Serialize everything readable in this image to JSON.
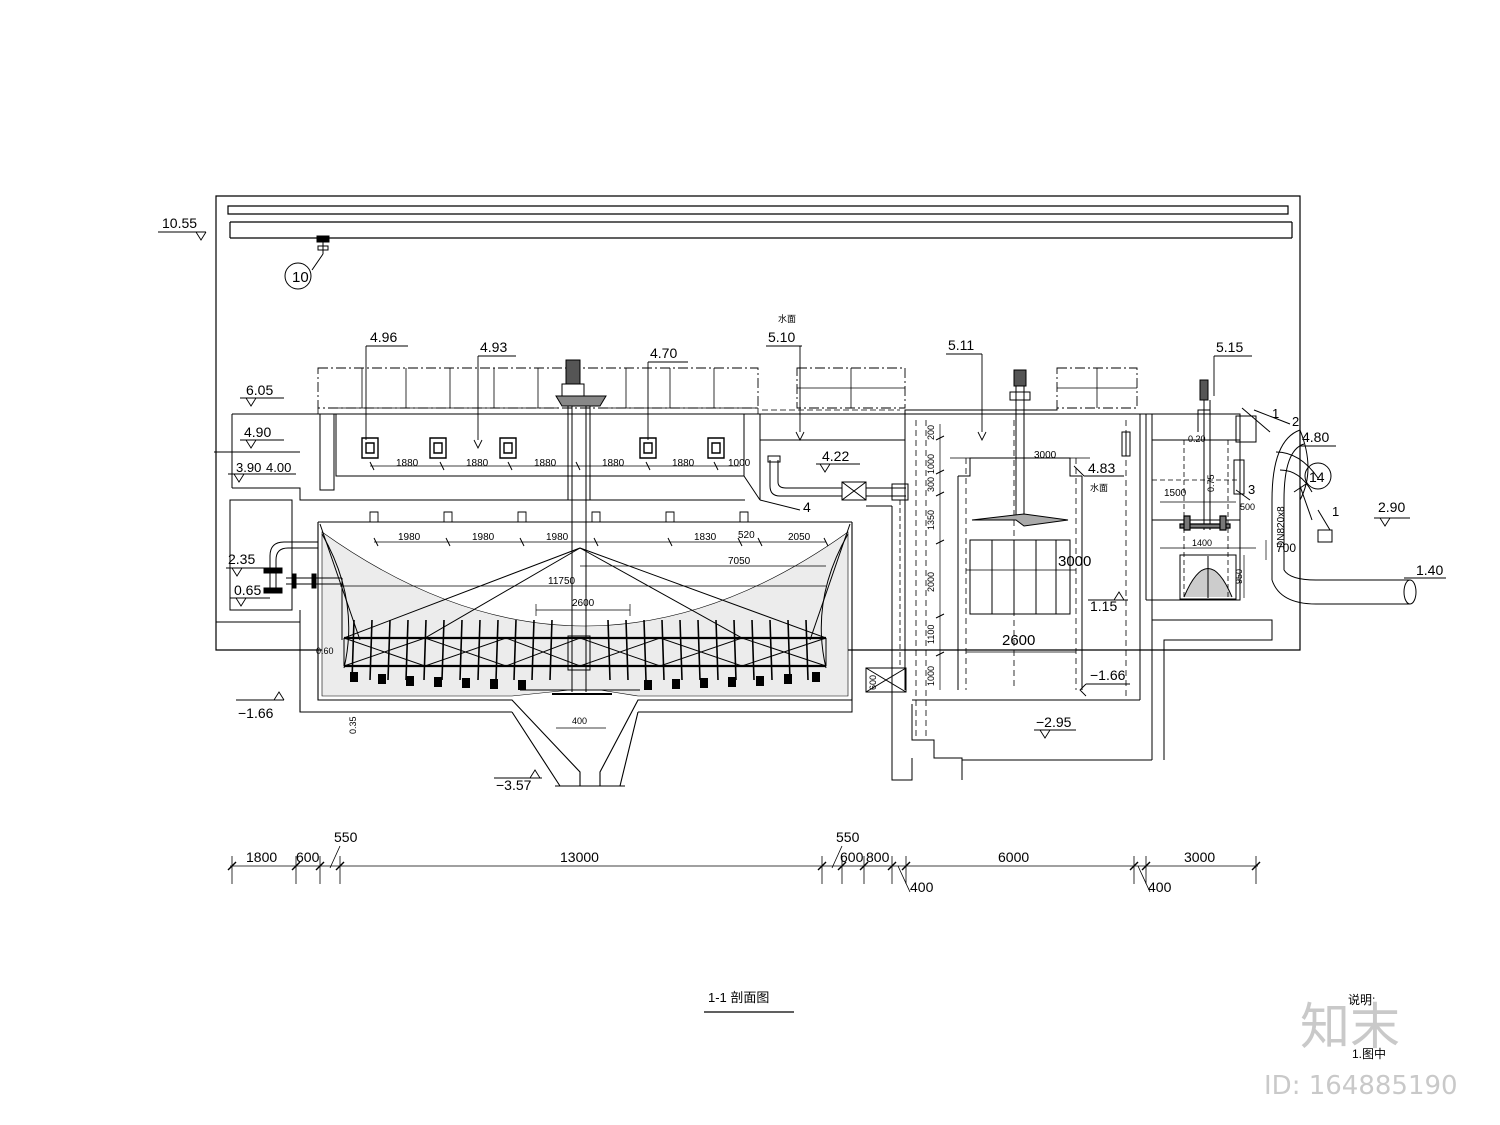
{
  "drawing": {
    "title": "1-1 剖面图",
    "callouts": {
      "c10": "10",
      "c14": "14",
      "c4": "4",
      "c1a": "1",
      "c1b": "1",
      "c2": "2",
      "c3": "3"
    },
    "elevations": {
      "e1055": "10.55",
      "e605": "6.05",
      "e490": "4.90",
      "e390": "3.90",
      "e400": "4.00",
      "e235": "2.35",
      "e065": "0.65",
      "e166a": "−1.66",
      "e357": "−3.57",
      "e496": "4.96",
      "e493": "4.93",
      "e470": "4.70",
      "e510": "5.10",
      "e422": "4.22",
      "e511": "5.11",
      "e483": "4.83",
      "e115": "1.15",
      "e166b": "−1.66",
      "e295": "−2.95",
      "e515": "5.15",
      "e480": "4.80",
      "e290": "2.90",
      "e140": "1.40"
    },
    "level_notes": {
      "n1": "水面",
      "n2": "水面"
    },
    "dims_inner": {
      "trough": [
        "1880",
        "1880",
        "1880",
        "1880",
        "1880",
        "1000"
      ],
      "floor": [
        "1980",
        "1980",
        "1980",
        "1830",
        "520",
        "2050"
      ],
      "span_7050": "7050",
      "span_11750": "11750",
      "span_2600": "2600",
      "d400": "400",
      "d060": "0.60",
      "d035": "0.35",
      "d600": "600",
      "mid_3000": "3000",
      "mid_3000b": "3000",
      "mid_2600": "2600",
      "mid_vert": [
        "200",
        "1000",
        "300",
        "1350",
        "2000",
        "1100",
        "1000"
      ],
      "right_1500": "1500",
      "right_500": "500",
      "right_1400": "1400",
      "right_950": "950",
      "right_700": "700",
      "right_075": "0.75",
      "right_020": "0.20",
      "right_dn": "DN820x8"
    },
    "dims_bottom": {
      "d1800": "1800",
      "d600a": "600",
      "d550a": "550",
      "d13000": "13000",
      "d550b": "550",
      "d600b": "600",
      "d800": "800",
      "d400a": "400",
      "d6000": "6000",
      "d400b": "400",
      "d3000": "3000"
    },
    "notes_partial": {
      "head": "说明:",
      "body": "1.图中"
    }
  },
  "watermark": {
    "brand": "知末",
    "id": "ID: 164885190"
  }
}
